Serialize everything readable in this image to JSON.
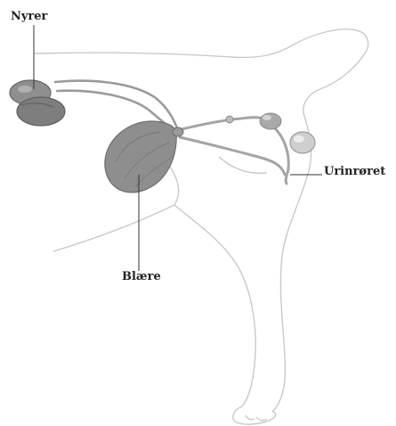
{
  "labels": {
    "kidneys": "Nyrer",
    "bladder": "Blære",
    "urethra": "Urinrøret"
  },
  "colors": {
    "organ_fill": "#8f8f8f",
    "organ_dark": "#6b6b6b",
    "organ_light": "#bdbdbd",
    "outline": "#c8c8c8",
    "tube": "#9a9a9a",
    "leader": "#333333"
  }
}
